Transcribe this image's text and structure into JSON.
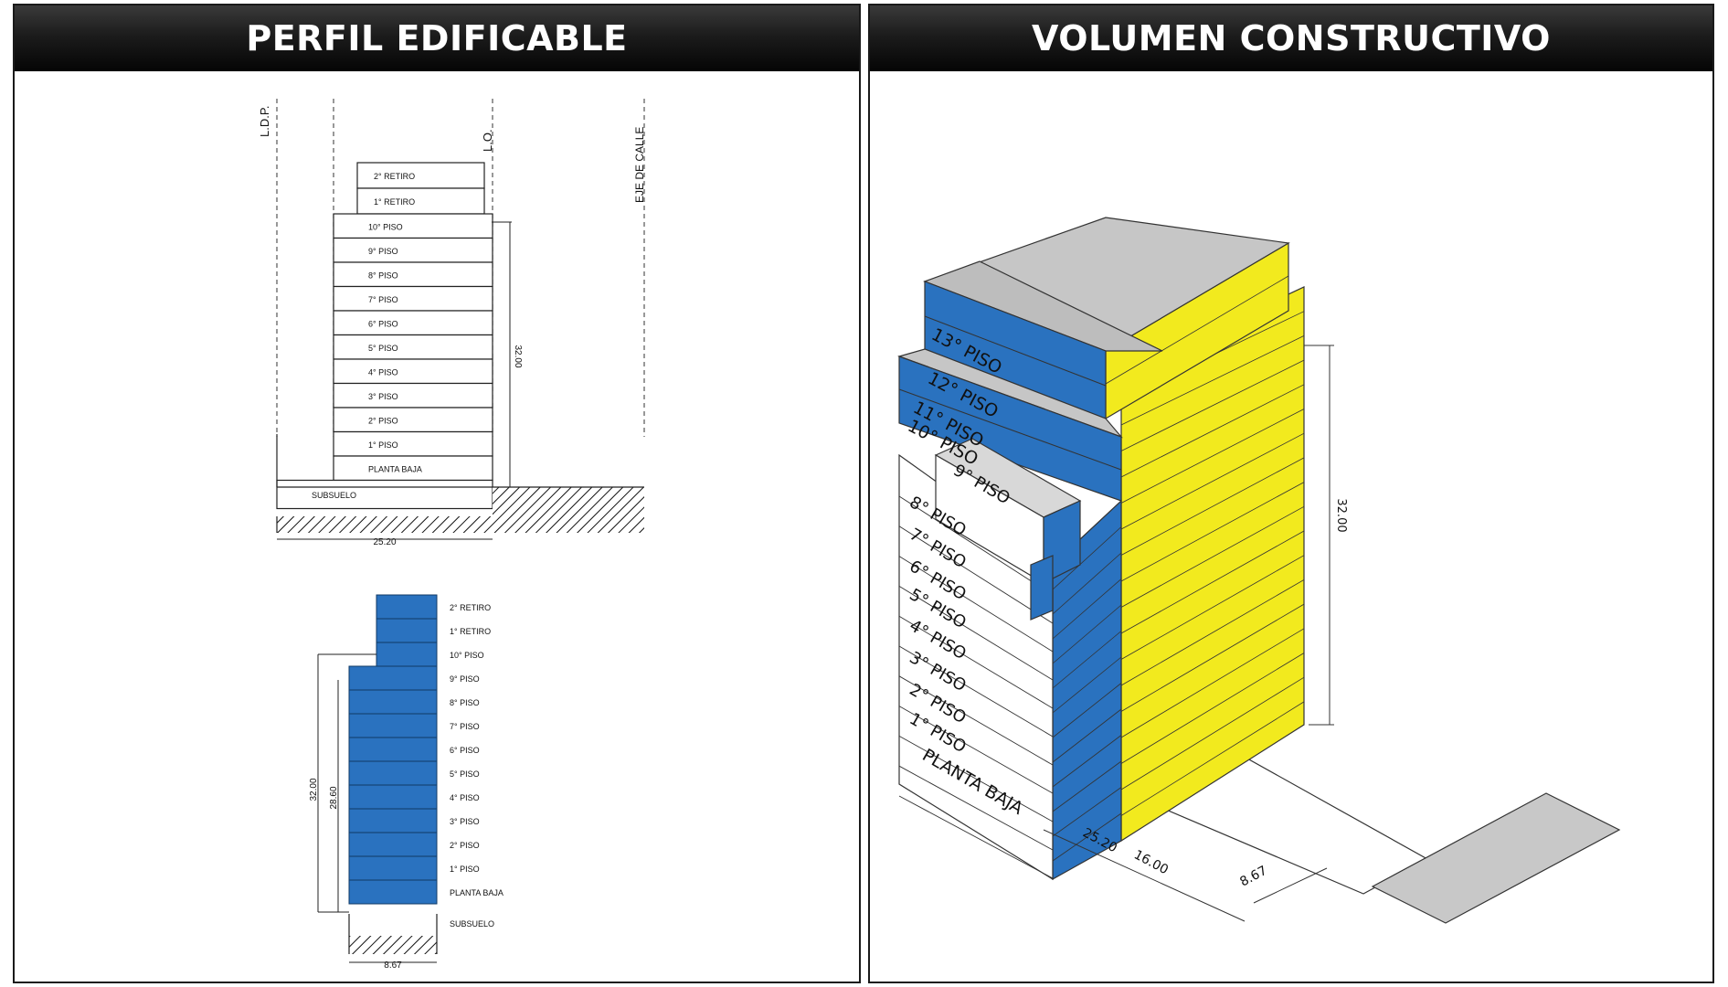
{
  "titles": {
    "left": "PERFIL EDIFICABLE",
    "right": "VOLUMEN CONSTRUCTIVO"
  },
  "colors": {
    "blue": "#2a72bf",
    "yellow": "#f2ea1e",
    "grey": "#c6c6c6",
    "green": "#5dba48",
    "ground": "#c8c8c8",
    "header": "#111111"
  },
  "section": {
    "floors": [
      "2° RETIRO",
      "1° RETIRO",
      "10° PISO",
      "9° PISO",
      "8° PISO",
      "7° PISO",
      "6° PISO",
      "5° PISO",
      "4° PISO",
      "3° PISO",
      "2° PISO",
      "1° PISO",
      "PLANTA BAJA",
      "SUBSUELO"
    ],
    "line_labels": {
      "ldp": "L.D.P.",
      "lo": "L.O.",
      "eje": "EJE DE CALLE"
    },
    "height_dim": "32.00",
    "width_dim": "25.20"
  },
  "elevation": {
    "floors": [
      "2° RETIRO",
      "1° RETIRO",
      "10° PISO",
      "9° PISO",
      "8° PISO",
      "7° PISO",
      "6° PISO",
      "5° PISO",
      "4° PISO",
      "3° PISO",
      "2° PISO",
      "1° PISO",
      "PLANTA BAJA",
      "SUBSUELO"
    ],
    "dim_outer": "32.00",
    "dim_inner": "28.60",
    "width_dim": "8.67"
  },
  "volume": {
    "front_floors": [
      "PLANTA BAJA",
      "1° PISO",
      "2° PISO",
      "3° PISO",
      "4° PISO",
      "5° PISO",
      "6° PISO",
      "7° PISO",
      "8° PISO",
      "9° PISO"
    ],
    "upper_floors": [
      "10° PISO",
      "11° PISO",
      "12° PISO",
      "13° PISO"
    ],
    "height_dim": "32.00",
    "depth_dim_a": "25.20",
    "depth_dim_b": "16.00",
    "width_dim": "8.67"
  }
}
